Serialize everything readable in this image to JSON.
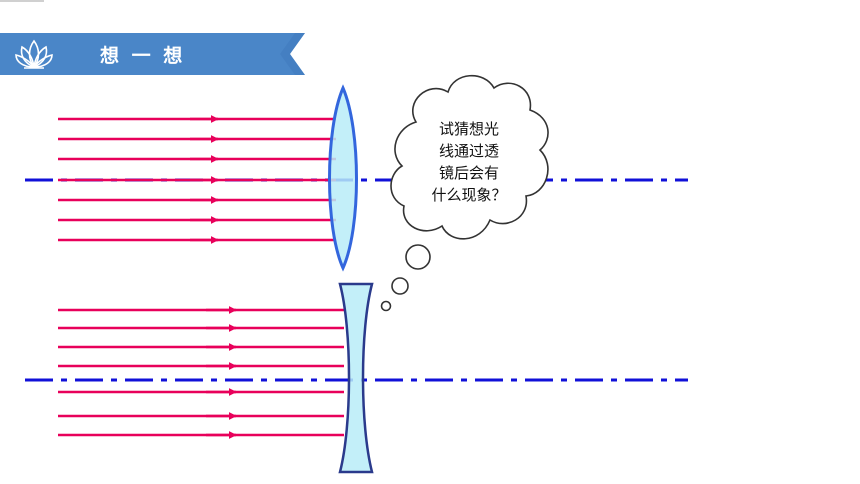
{
  "banner": {
    "title": "想 一 想",
    "color": "#4a86c8"
  },
  "bubble": {
    "lines": [
      "试猜想光",
      "线通过透",
      "镜后会有",
      "什么现象？"
    ]
  },
  "colors": {
    "ray": "#e8005a",
    "axis": "#1010d8",
    "lens_fill": "#b8ecf8",
    "convex_stroke": "#3366dd",
    "concave_stroke": "#2a3a8c"
  },
  "icons": [
    "lotus-logo-icon"
  ]
}
